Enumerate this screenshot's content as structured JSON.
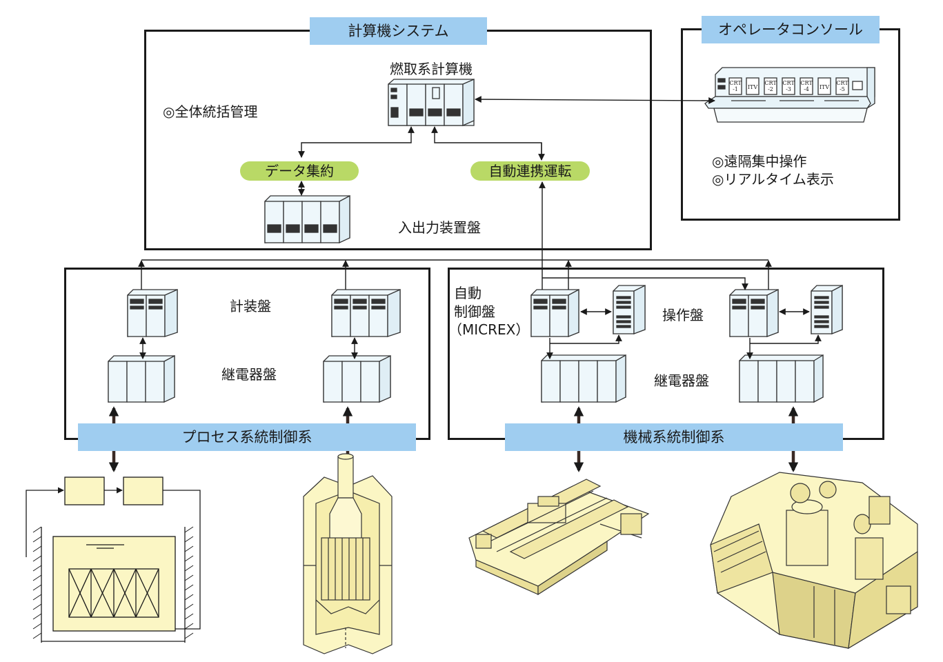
{
  "computer_system": {
    "header": "計算機システム",
    "fuel_computer_label": "燃取系計算機",
    "overall_management": "◎全体統括管理",
    "data_aggregation": "データ集約",
    "auto_linked_operation": "自動連携運転",
    "io_panel_label": "入出力装置盤"
  },
  "operator_console": {
    "header": "オペレータコンソール",
    "features": [
      "◎遠隔集中操作",
      "◎リアルタイム表示"
    ],
    "screens": [
      "CRT\n-1",
      "ITV",
      "CRT\n-2",
      "CRT\n-3",
      "CRT\n-4",
      "ITV",
      "CRT\n-5"
    ]
  },
  "process_control": {
    "header": "プロセス系統制御系",
    "instrument_panel": "計装盤",
    "relay_panel": "継電器盤"
  },
  "mechanical_control": {
    "header": "機械系統制御系",
    "auto_control_panel": [
      "自動",
      "制御盤",
      "（MICREX）"
    ],
    "operation_panel": "操作盤",
    "relay_panel": "継電器盤"
  },
  "colors": {
    "header_blue": "#9fcdf0",
    "pill_green": "#b9d966",
    "equipment_yellow": "#fbf6c4",
    "panel_fill": "#eef7fb"
  }
}
